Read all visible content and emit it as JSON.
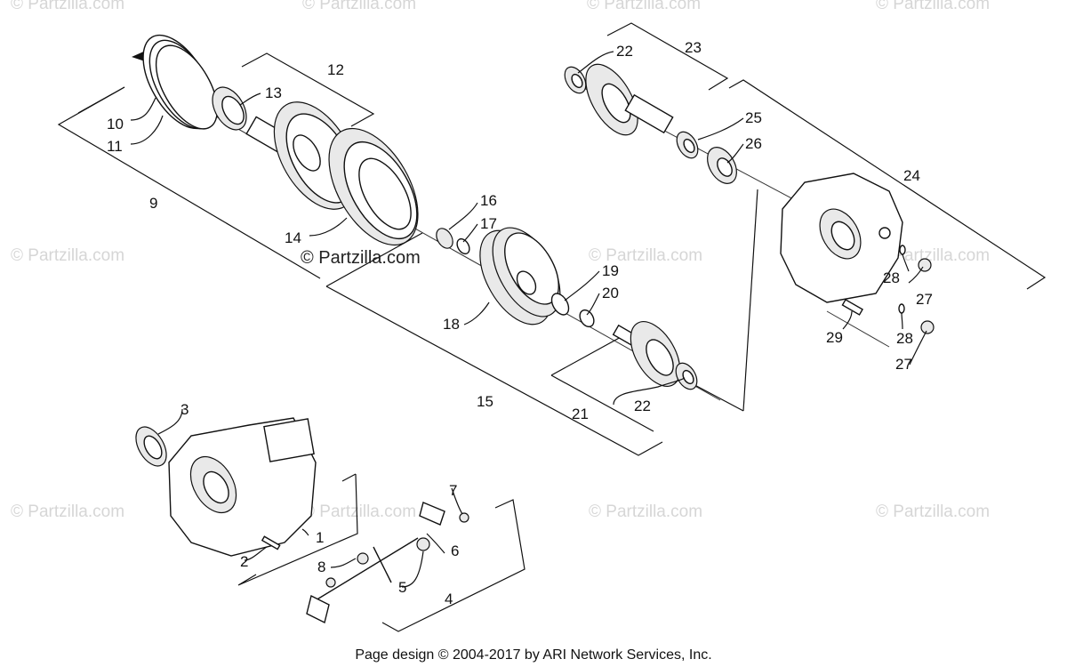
{
  "watermark": {
    "brand": "© Partzilla.com",
    "center_brand": "© Partzilla.com"
  },
  "footer": {
    "text": "Page design © 2004-2017 by ARI Network Services, Inc."
  },
  "callouts": {
    "c1": "1",
    "c2": "2",
    "c3": "3",
    "c4": "4",
    "c5": "5",
    "c6": "6",
    "c7": "7",
    "c8": "8",
    "c9": "9",
    "c10": "10",
    "c11": "11",
    "c12": "12",
    "c13": "13",
    "c14": "14",
    "c15": "15",
    "c16": "16",
    "c17": "17",
    "c18": "18",
    "c19": "19",
    "c20": "20",
    "c21": "21",
    "c22a": "22",
    "c22b": "22",
    "c23": "23",
    "c24": "24",
    "c25": "25",
    "c26": "26",
    "c27a": "27",
    "c27b": "27",
    "c28a": "28",
    "c28b": "28",
    "c29": "29"
  }
}
